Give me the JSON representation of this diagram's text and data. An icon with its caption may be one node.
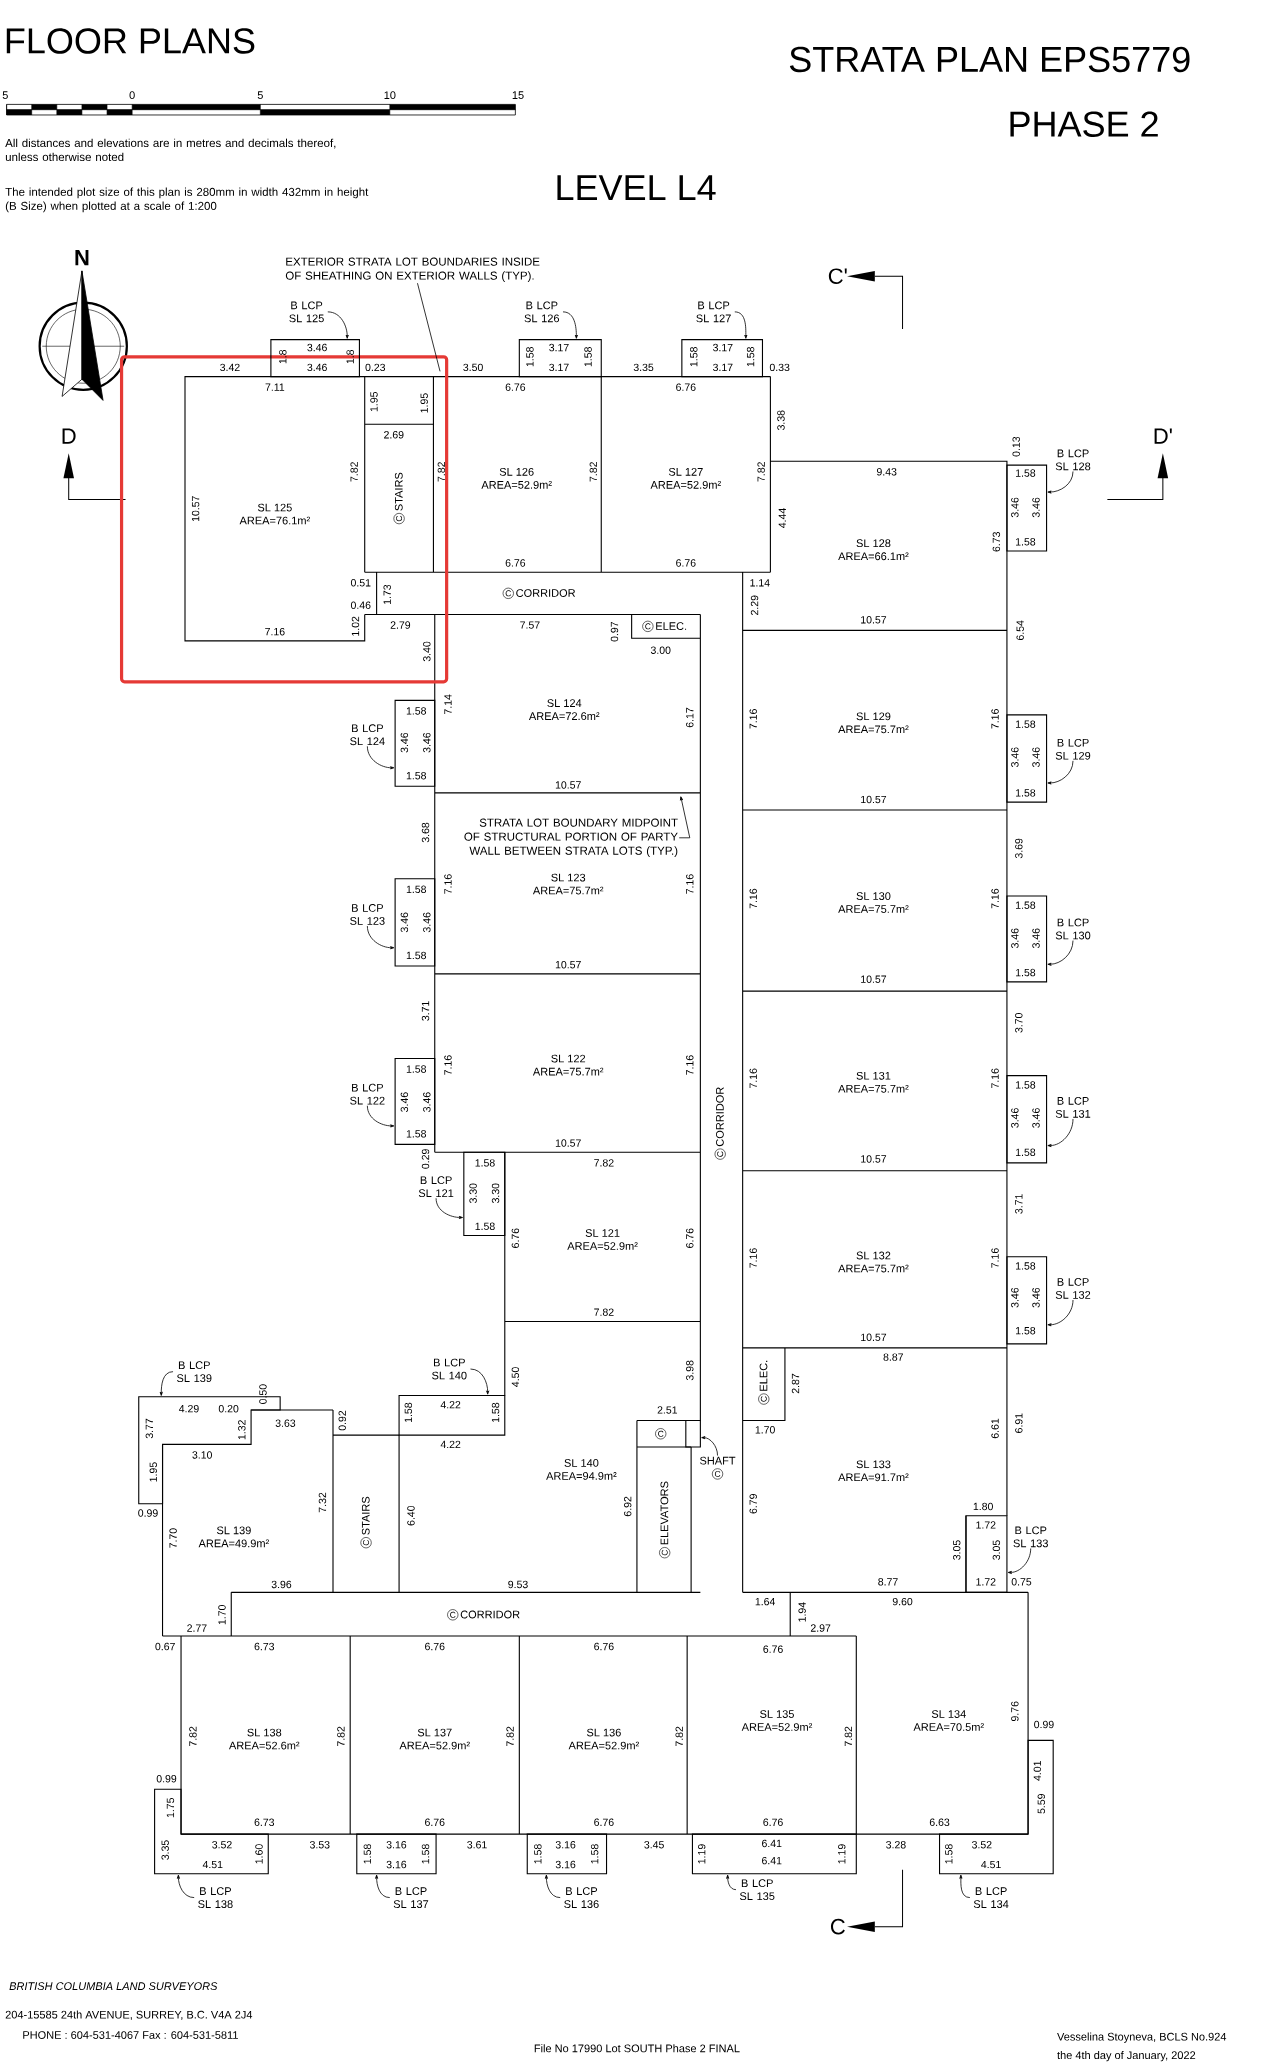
{
  "diagram": {
    "title": "FLOOR PLANS",
    "nodes": [
      {
        "text": [
          "EXTERIOR STRATA LOT BOUNDARIES INSIDE OF SHEATHING ON EXTERIOR WALLS (TYP)."
        ]
      },
      {
        "text": [
          "B LCP SL 125"
        ]
      },
      {
        "text": [],
        "shape": "box"
      },
      {
        "text": [
          "B LCP SL 126"
        ]
      },
      {
        "text": [],
        "shape": "box"
      },
      {
        "text": [
          "B LCP SL 127"
        ]
      },
      {
        "text": [],
        "shape": "box"
      },
      {
        "text": [
          "SL 125",
          "AREA=76.1m²"
        ]
      },
      {
        "text": [
          "C",
          "STAIRS"
        ]
      },
      {
        "text": [
          "SL 126",
          "AREA=52.9m²"
        ]
      },
      {
        "text": [
          "SL 127",
          "AREA=52.9m²"
        ]
      },
      {
        "text": [
          "B LCP SL 128"
        ]
      },
      {
        "text": [],
        "shape": "box"
      },
      {
        "text": [
          "SL 128",
          "AREA=66.1m²"
        ]
      },
      {
        "text": [
          "C",
          "CORRIDOR"
        ]
      },
      {
        "text": [
          "C",
          "ELEC."
        ]
      },
      {
        "text": [
          "SL 124",
          "AREA=72.6m²"
        ]
      },
      {
        "text": [
          "B LCP SL 124"
        ]
      },
      {
        "text": [],
        "shape": "box"
      },
      {
        "text": [
          "SL 129",
          "AREA=75.7m²"
        ]
      },
      {
        "text": [
          "B LCP SL 129"
        ]
      },
      {
        "text": [],
        "shape": "box"
      },
      {
        "text": [
          "STRATA LOT BOUNDARY MIDPOINT OF STRUCTURAL PORTION OF PARTY WALL BETWEEN STRATA LOTS (TYP.)"
        ]
      },
      {
        "text": [
          "SL 123",
          "AREA=75.7m²"
        ]
      },
      {
        "text": [
          "B LCP SL 123"
        ]
      },
      {
        "text": [],
        "shape": "box"
      },
      {
        "text": [
          "SL 130",
          "AREA=75.7m²"
        ]
      },
      {
        "text": [
          "B LCP SL 130"
        ]
      },
      {
        "text": [],
        "shape": "box"
      },
      {
        "text": [
          "SL 122",
          "AREA=75.7m²"
        ]
      },
      {
        "text": [
          "B LCP SL 122"
        ]
      },
      {
        "text": [],
        "shape": "box"
      },
      {
        "text": [
          "C",
          "CORRIDOR"
        ]
      },
      {
        "text": [
          "SL 131",
          "AREA=75.7m²"
        ]
      },
      {
        "text": [
          "B LCP SL 131"
        ]
      },
      {
        "text": [],
        "shape": "box"
      },
      {
        "text": [
          "B LCP SL 121"
        ]
      },
      {
        "text": [],
        "shape": "box"
      },
      {
        "text": [
          "SL 121",
          "AREA=52.9m²"
        ]
      },
      {
        "text": [
          "SL 132",
          "AREA=75.7m²"
        ]
      },
      {
        "text": [
          "B LCP SL 132"
        ]
      },
      {
        "text": [],
        "shape": "box"
      },
      {
        "text": [
          "B LCP SL 139"
        ]
      },
      {
        "text": [],
        "shape": "box"
      },
      {
        "text": [
          "B LCP SL 140"
        ]
      },
      {
        "text": [],
        "shape": "box"
      },
      {
        "text": [
          "C",
          "ELEC."
        ]
      },
      {
        "text": [
          "SL 139",
          "AREA=49.9m²"
        ]
      },
      {
        "text": [
          "C",
          "STAIRS"
        ]
      },
      {
        "text": [
          "SL 140",
          "AREA=94.9m²"
        ]
      },
      {
        "text": [
          "C"
        ]
      },
      {
        "text": [],
        "shape": "box"
      },
      {
        "text": [
          "SHAFT",
          "C"
        ]
      },
      {
        "text": [
          "C",
          "ELEVATORS"
        ]
      },
      {
        "text": [
          "SL 133",
          "AREA=91.7m²"
        ]
      },
      {
        "text": [
          "B LCP SL 133"
        ]
      },
      {
        "text": [],
        "shape": "box"
      },
      {
        "text": [
          "C",
          "CORRIDOR"
        ]
      },
      {
        "text": [
          "SL 138",
          "AREA=52.6m²"
        ]
      },
      {
        "text": [
          "SL 137",
          "AREA=52.9m²"
        ]
      },
      {
        "text": [
          "SL 136",
          "AREA=52.9m²"
        ]
      },
      {
        "text": [
          "SL 135",
          "AREA=52.9m²"
        ]
      },
      {
        "text": [
          "SL 134",
          "AREA=70.5m²"
        ]
      },
      {
        "text": [],
        "shape": "box"
      },
      {
        "text": [
          "B LCP SL 138"
        ]
      },
      {
        "text": [],
        "shape": "box"
      },
      {
        "text": [
          "B LCP SL 137"
        ]
      },
      {
        "text": [],
        "shape": "box"
      },
      {
        "text": [
          "B LCP SL 136"
        ]
      },
      {
        "text": [],
        "shape": "box"
      },
      {
        "text": [
          "B LCP SL 135"
        ]
      },
      {
        "text": [],
        "shape": "box"
      },
      {
        "text": [
          "B LCP SL 134"
        ]
      }
    ],
    "edges": [
      {
        "from": 1,
        "to": 2,
        "arrow": "to"
      },
      {
        "from": 3,
        "to": 4,
        "arrow": "to"
      },
      {
        "from": 5,
        "to": 6,
        "arrow": "to"
      },
      {
        "from": 11,
        "to": 12,
        "arrow": "to"
      },
      {
        "from": 17,
        "to": 18,
        "arrow": "to"
      },
      {
        "from": 20,
        "to": 21,
        "arrow": "to"
      },
      {
        "from": 24,
        "to": 25,
        "arrow": "to"
      },
      {
        "from": 27,
        "to": 28,
        "arrow": "to"
      },
      {
        "from": 30,
        "to": 31,
        "arrow": "to"
      },
      {
        "from": 34,
        "to": 35,
        "arrow": "to"
      },
      {
        "from": 36,
        "to": 37,
        "arrow": "to"
      },
      {
        "from": 40,
        "to": 41,
        "arrow": "to"
      },
      {
        "from": 42,
        "to": 43,
        "arrow": "to"
      },
      {
        "from": 44,
        "to": 45,
        "arrow": "to"
      },
      {
        "from": 55,
        "to": 56,
        "arrow": "to"
      },
      {
        "from": 64,
        "to": 63,
        "arrow": "to"
      },
      {
        "from": 66,
        "to": 65,
        "arrow": "to"
      },
      {
        "from": 68,
        "to": 67,
        "arrow": "to"
      },
      {
        "from": 70,
        "to": 69,
        "arrow": "to"
      },
      {
        "from": 72,
        "to": 71,
        "arrow": "to"
      },
      {
        "from": 52,
        "to": 51,
        "arrow": "to"
      },
      {
        "from": 0,
        "to": null,
        "arrow": "none"
      },
      {
        "from": 22,
        "to": null,
        "arrow": "to"
      }
    ],
    "labels": [
      "STRATA PLAN EPS5779",
      "PHASE 2",
      "5",
      "0",
      "5",
      "10",
      "15",
      "All distances and elevations are in metres and decimals thereof, unless otherwise noted",
      "The intended plot size of this plan is 280mm in width 432mm in height (B Size) when plotted at a scale of 1:200",
      "LEVEL L4",
      "N",
      "C'",
      "D",
      "D'",
      "3.46",
      "1.8",
      "1.8",
      "3.42",
      "3.46",
      "0.23",
      "1.58",
      "3.17",
      "3.17",
      "1.58",
      "3.50",
      "3.35",
      "1.58",
      "3.17",
      "3.17",
      "1.58",
      "0.33",
      "7.11",
      "1.95",
      "1.95",
      "6.76",
      "6.76",
      "3.38",
      "2.69",
      "0.13",
      "1.58",
      "7.82",
      "7.82",
      "7.82",
      "7.82",
      "9.43",
      "10.57",
      "3.46",
      "3.46",
      "4.44",
      "1.58",
      "6.73",
      "6.76",
      "6.76",
      "0.51",
      "1.14",
      "0.46",
      "1.73",
      "2.29",
      "7.16",
      "1.02",
      "2.79",
      "7.57",
      "0.97",
      "10.57",
      "6.54",
      "3.00",
      "3.40",
      "7.14",
      "1.58",
      "6.17",
      "7.16",
      "7.16",
      "1.58",
      "3.46",
      "3.46",
      "3.46",
      "3.46",
      "1.58",
      "10.57",
      "1.58",
      "10.57",
      "3.68",
      "3.69",
      "7.16",
      "7.16",
      "1.58",
      "3.46",
      "3.46",
      "1.58",
      "10.57",
      "7.16",
      "7.16",
      "1.58",
      "3.46",
      "3.46",
      "1.58",
      "10.57",
      "3.71",
      "3.70",
      "7.16",
      "7.16",
      "1.58",
      "3.46",
      "3.46",
      "1.58",
      "10.57",
      "7.16",
      "7.16",
      "1.58",
      "3.46",
      "3.46",
      "1.58",
      "10.57",
      "0.29",
      "1.58",
      "7.82",
      "3.30",
      "3.30",
      "1.58",
      "6.76",
      "6.76",
      "3.71",
      "7.16",
      "7.16",
      "1.58",
      "3.46",
      "3.46",
      "1.58",
      "7.82",
      "10.57",
      "8.87",
      "4.50",
      "3.98",
      "2.87",
      "3.77",
      "4.29",
      "0.20",
      "1.32",
      "0.50",
      "3.63",
      "0.92",
      "1.58",
      "4.22",
      "1.58",
      "2.51",
      "1.70",
      "6.61",
      "6.91",
      "4.22",
      "3.10",
      "1.95",
      "0.99",
      "7.32",
      "6.40",
      "6.92",
      "6.79",
      "1.80",
      "1.72",
      "7.70",
      "3.05",
      "3.05",
      "3.96",
      "9.53",
      "8.77",
      "1.72",
      "0.75",
      "2.77",
      "1.70",
      "1.64",
      "1.94",
      "2.97",
      "9.60",
      "0.67",
      "6.73",
      "6.76",
      "6.76",
      "6.76",
      "9.76",
      "0.99",
      "7.82",
      "7.82",
      "7.82",
      "7.82",
      "7.82",
      "0.99",
      "4.01",
      "1.75",
      "5.59",
      "6.73",
      "6.76",
      "6.76",
      "6.76",
      "6.63",
      "3.35",
      "3.52",
      "1.60",
      "3.53",
      "1.58",
      "3.16",
      "1.58",
      "3.61",
      "1.58",
      "3.16",
      "1.58",
      "3.45",
      "1.19",
      "6.41",
      "1.19",
      "3.28",
      "1.58",
      "3.52",
      "4.51",
      "3.16",
      "3.16",
      "6.41",
      "4.51",
      "C",
      "BRITISH COLUMBIA LAND SURVEYORS",
      "204-15585 24th AVENUE, SURREY, B.C. V4A 2J4",
      "PHONE : 604-531-4067 Fax : 604-531-5811",
      "File No 17990 Lot SOUTH Phase 2 FINAL",
      "Vesselina Stoyneva, BCLS No.924",
      "the 4th day of January, 2022"
    ]
  }
}
